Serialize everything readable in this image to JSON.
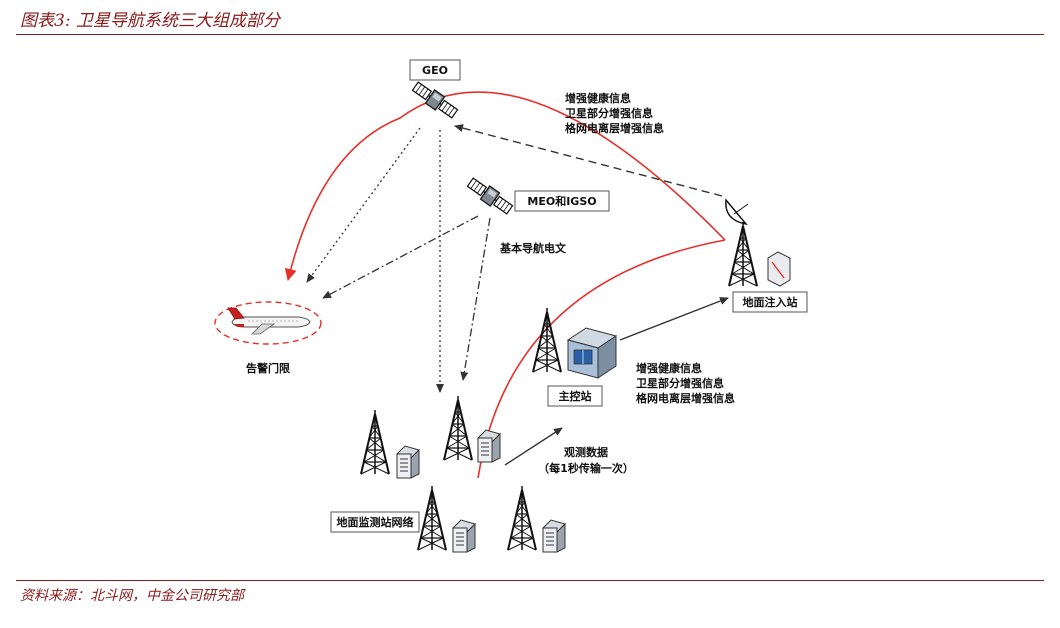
{
  "figure": {
    "title": "图表3: 卫星导航系统三大组成部分",
    "source": "资料来源：北斗网，中金公司研究部"
  },
  "diagram": {
    "geo_label": "GEO",
    "meo_label": "MEO和IGSO",
    "nav_message_label": "基本导航电文",
    "alert_label": "告警门限",
    "upload_station_label": "地面注入站",
    "master_station_label": "主控站",
    "monitor_network_label": "地面监测站网络",
    "obs_data_label": "观测数据",
    "obs_rate_label": "（每1秒传输一次）",
    "uplink_info": [
      "增强健康信息",
      "卫星部分增强信息",
      "格网电离层增强信息"
    ],
    "master_info": [
      "增强健康信息",
      "卫星部分增强信息",
      "格网电离层增强信息"
    ]
  },
  "colors": {
    "accent": "#8b1a1a",
    "red_line": "#e8302b",
    "line": "#333333"
  }
}
